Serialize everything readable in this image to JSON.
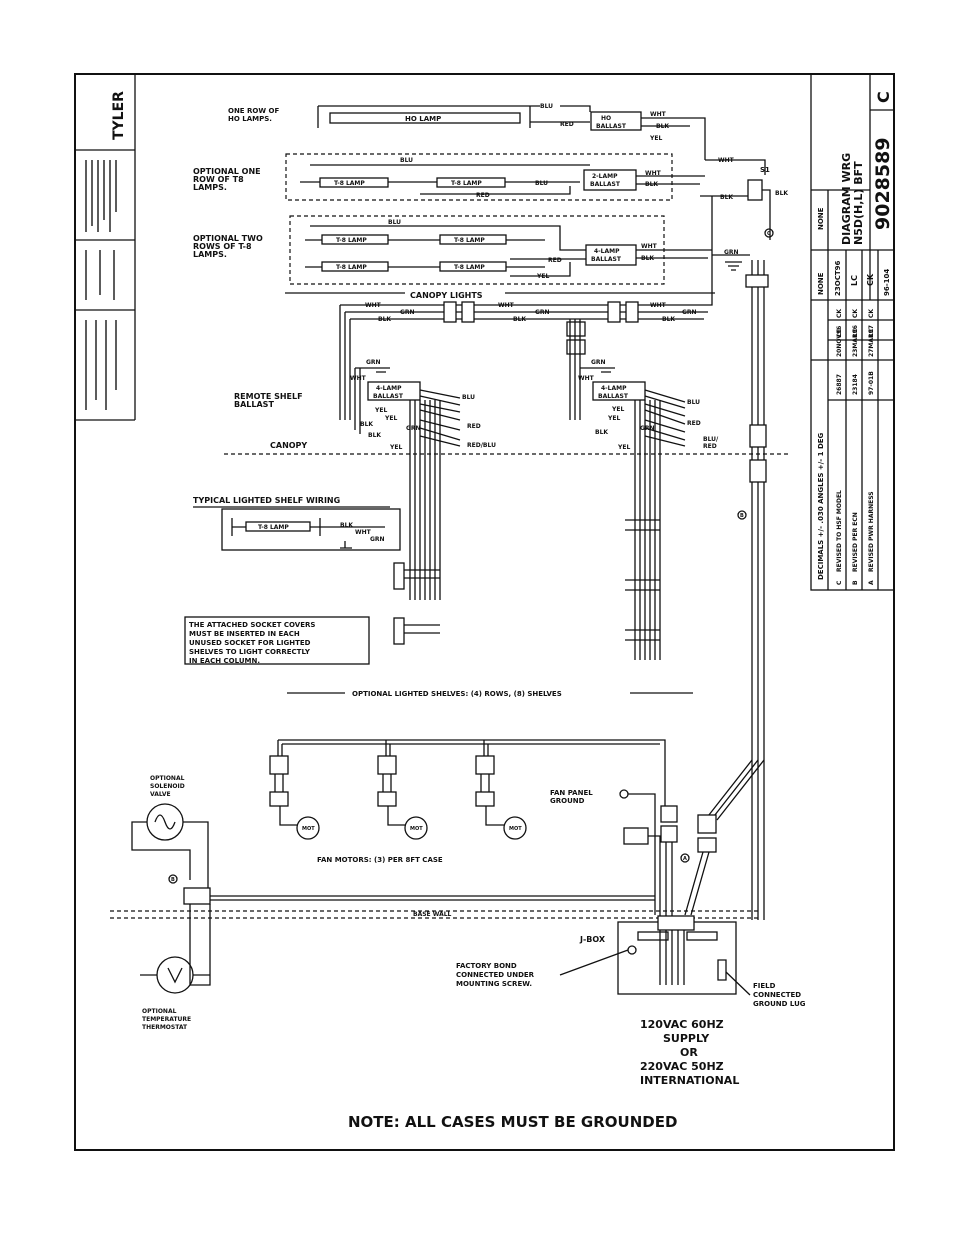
{
  "logo": "TYLER",
  "title_block": {
    "drawing_number": "9028589",
    "rev": "C",
    "title_line1": "DIAGRAM WRG",
    "title_line2": "N5D(H,L) BFT",
    "scale": "NONE",
    "date": "23OCT96",
    "drawn": "LC",
    "checked": "CK",
    "ecn": "96-104",
    "finish": "NONE",
    "tolerance": "DECIMALS +/- .030 ANGLES +/- 1 DEG",
    "revisions": [
      {
        "rev": "C",
        "desc": "REVISED TO HSF MODEL",
        "num": "26887",
        "date": "20NOV96",
        "by": "LC",
        "ck": "CK"
      },
      {
        "rev": "B",
        "desc": "REVISED PER ECN",
        "num": "23184",
        "date": "23MAR96",
        "by": "LC",
        "ck": "CK"
      },
      {
        "rev": "A",
        "desc": "REVISED PWR HARNESS",
        "num": "97-01B",
        "date": "27MAR97",
        "by": "LC",
        "ck": "CK"
      }
    ]
  },
  "labels": {
    "one_row_ho": "ONE ROW OF HO LAMPS.",
    "ho_lamp": "HO LAMP",
    "ho_ballast": "HO BALLAST",
    "opt_one_t8": "OPTIONAL ONE ROW OF T8 LAMPS.",
    "opt_two_t8": "OPTIONAL TWO ROWS OF T-8 LAMPS.",
    "t8_lamp": "T-8 LAMP",
    "ballast_2": "2-LAMP BALLAST",
    "ballast_4": "4-LAMP BALLAST",
    "canopy_lights": "CANOPY LIGHTS",
    "remote_shelf": "REMOTE SHELF BALLAST",
    "canopy": "CANOPY",
    "typical_shelf": "TYPICAL LIGHTED SHELF WIRING",
    "socket_note": "THE ATTACHED SOCKET COVERS MUST BE INSERTED IN EACH UNUSED SOCKET FOR LIGHTED SHELVES TO LIGHT CORRECTLY IN EACH COLUMN.",
    "opt_shelves": "OPTIONAL LIGHTED SHELVES: (4) ROWS, (8) SHELVES",
    "opt_solenoid": "OPTIONAL SOLENOID VALVE",
    "fan_panel_ground": "FAN PANEL GROUND",
    "mot": "MOT",
    "fan_motors": "FAN MOTORS: (3) PER 8FT CASE",
    "base_wall": "BASE WALL",
    "jbox": "J-BOX",
    "factory_bond": "FACTORY BOND CONNECTED UNDER MOUNTING SCREW.",
    "field_ground": "FIELD CONNECTED GROUND LUG",
    "opt_thermostat": "OPTIONAL TEMPERATURE THERMOSTAT",
    "supply1": "120VAC 60HZ",
    "supply2": "SUPPLY",
    "supply3": "OR",
    "supply4": "220VAC 50HZ",
    "supply5": "INTERNATIONAL",
    "note": "NOTE: ALL CASES MUST BE GROUNDED",
    "s1": "S1"
  },
  "wires": {
    "blu": "BLU",
    "red": "RED",
    "wht": "WHT",
    "blk": "BLK",
    "yel": "YEL",
    "grn": "GRN",
    "red_blu": "RED/BLU",
    "blu_red": "BLU/ RED"
  },
  "markers": {
    "a": "A",
    "b": "B",
    "c": "C"
  }
}
